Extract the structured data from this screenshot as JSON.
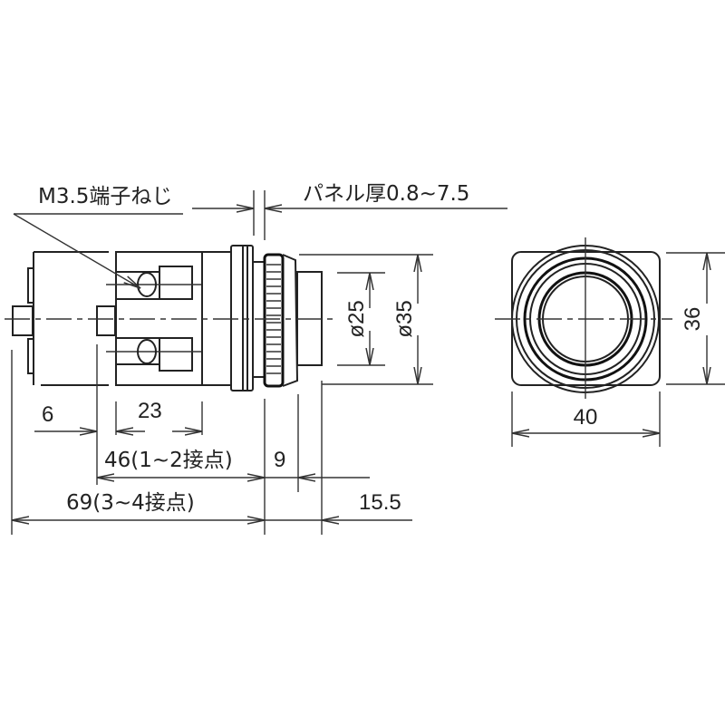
{
  "drawing": {
    "title": "Push button switch dimensional drawing",
    "line_color": "#222222",
    "background": "#ffffff"
  },
  "labels": {
    "terminal_screw": "M3.5端子ねじ",
    "panel_thickness": "パネル厚0.8~7.5",
    "dia_25": "ø25",
    "dia_35": "ø35",
    "height_36": "36",
    "width_40": "40",
    "dim_6": "6",
    "dim_23": "23",
    "dim_46": "46(1~2接点)",
    "dim_9": "9",
    "dim_69": "69(3~4接点)",
    "dim_15_5": "15.5"
  },
  "views": [
    {
      "name": "side-view",
      "description": "Side elevation of switch body with terminals"
    },
    {
      "name": "front-view",
      "description": "Front view with square bezel and round button"
    }
  ]
}
